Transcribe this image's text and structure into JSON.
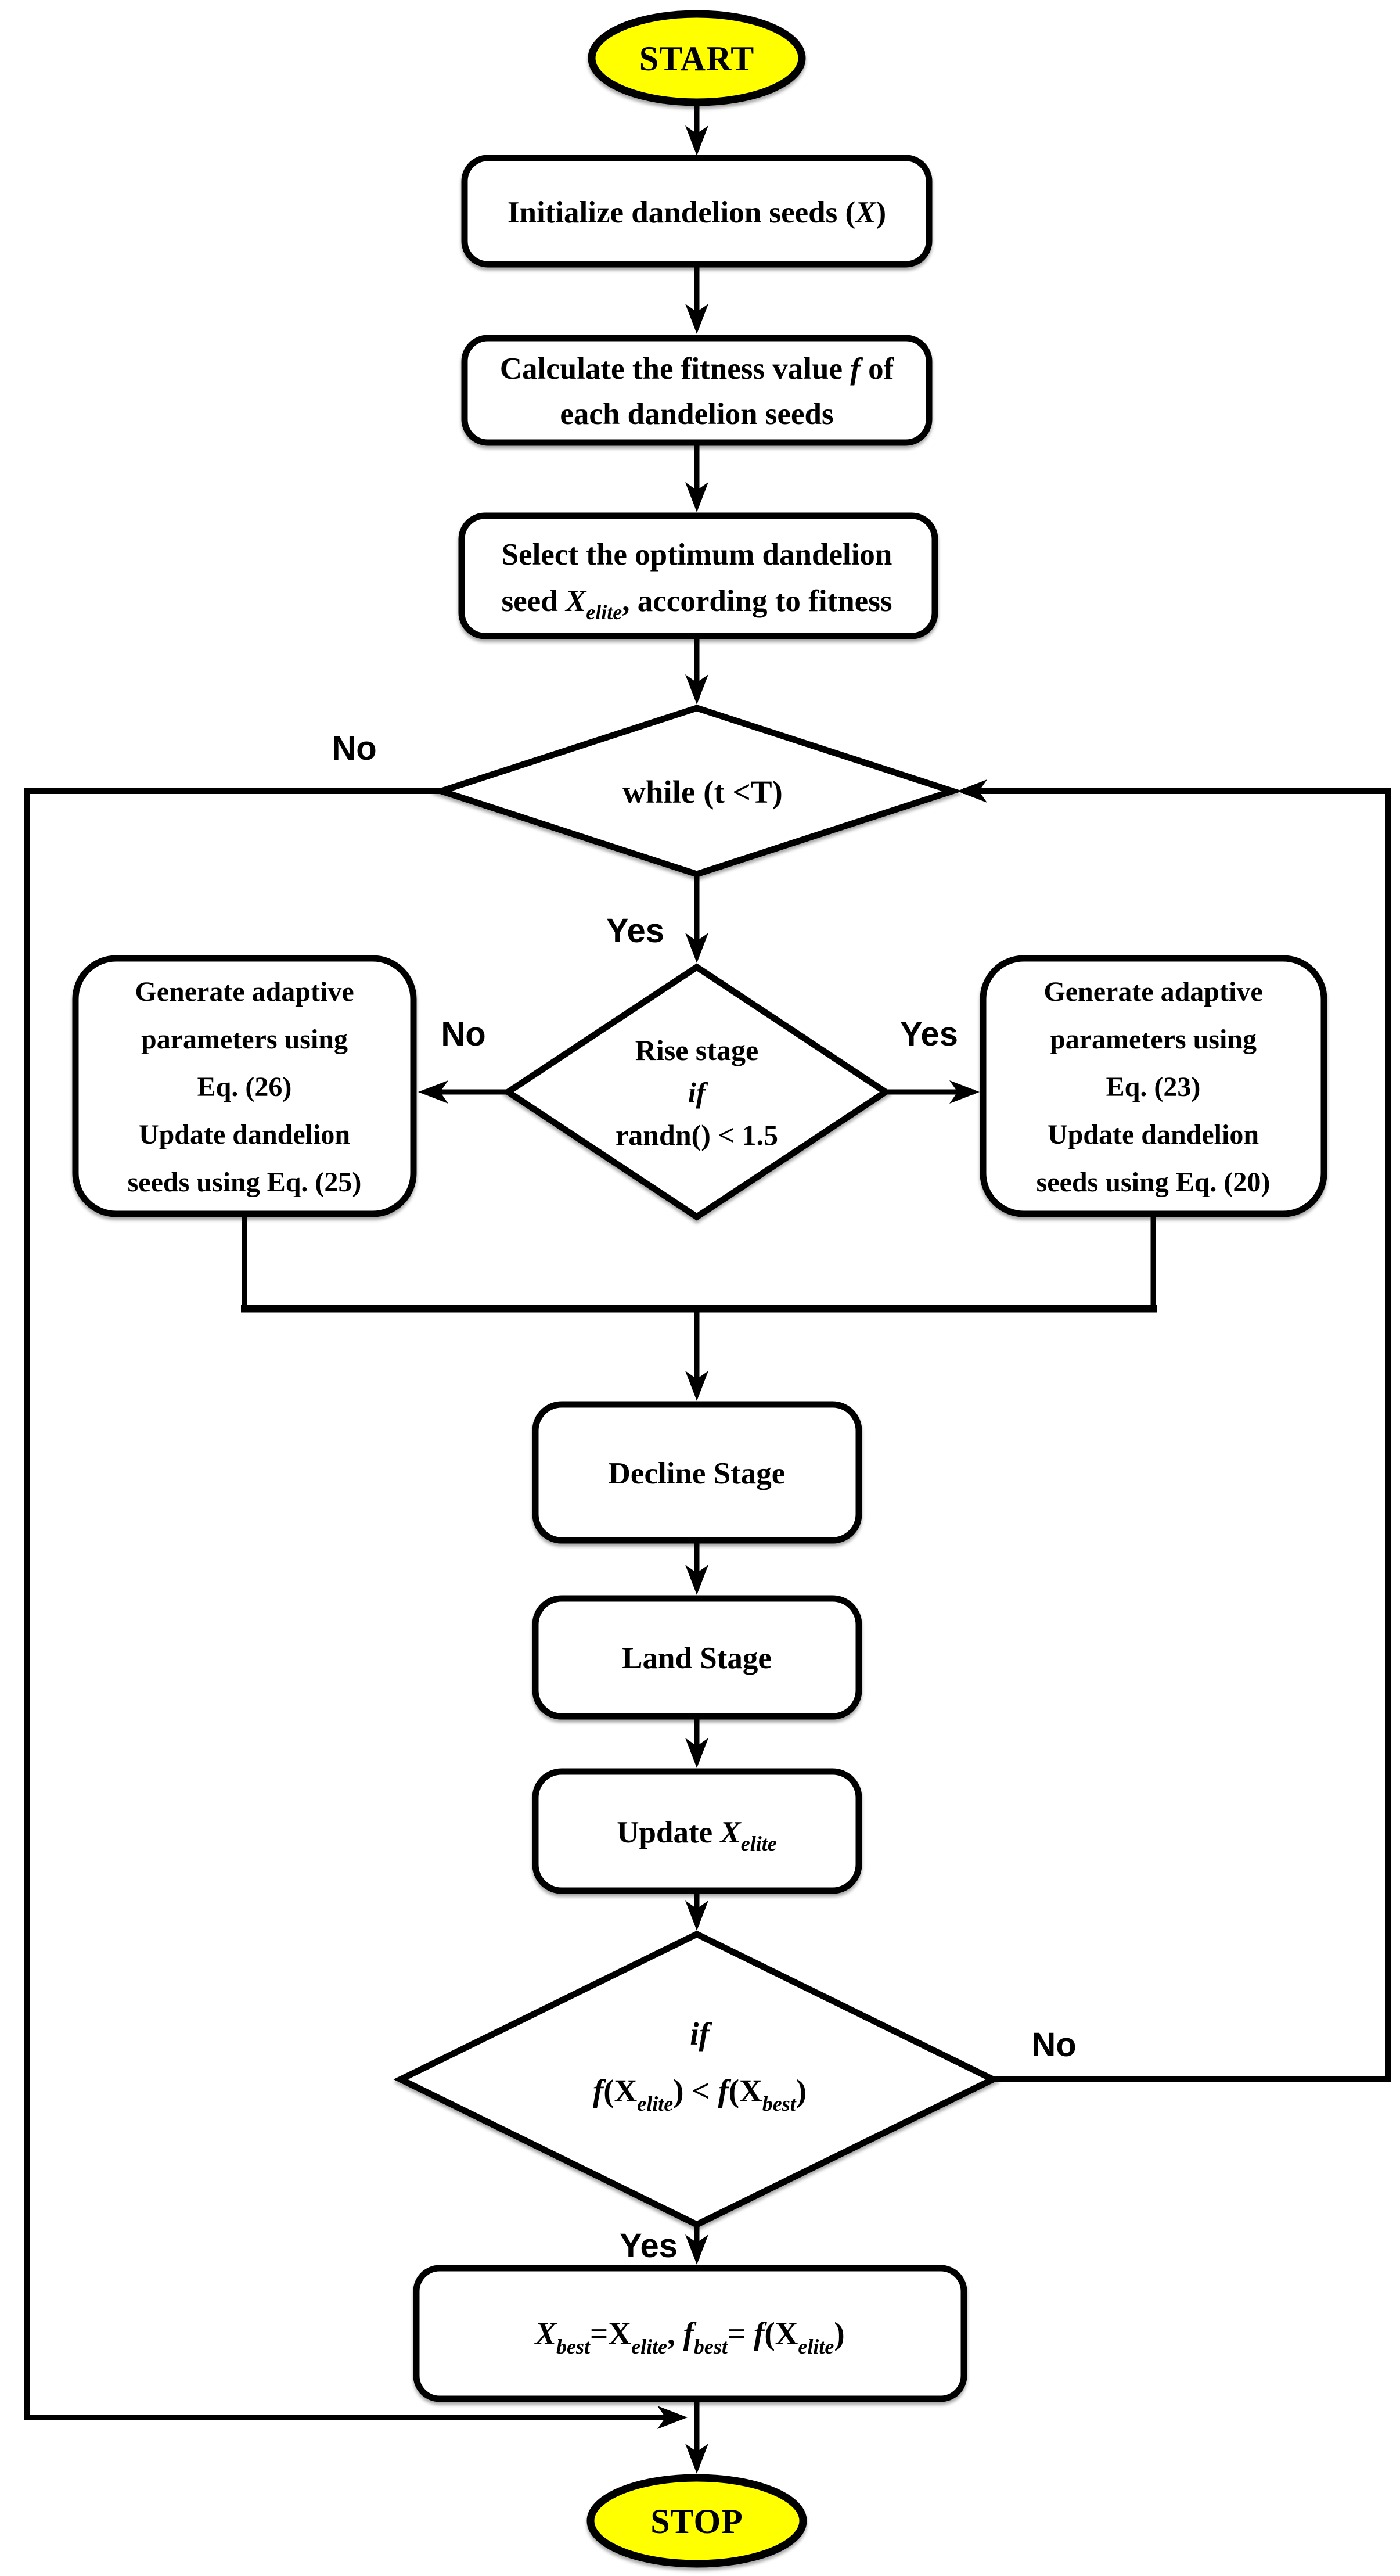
{
  "diagram": {
    "background": "#ffffff",
    "stroke_color": "#000000",
    "terminal_fill": "#ffff00",
    "start_label": "START",
    "stop_label": "STOP",
    "branch_labels": {
      "yes": "Yes",
      "no": "No"
    },
    "nodes": {
      "initialize": {
        "pre": "Initialize dandelion seeds (",
        "var": "X",
        "post": ")"
      },
      "calculate": {
        "line1_pre": "Calculate the fitness value ",
        "line1_var": "f",
        "line1_post": " of",
        "line2": "each dandelion seeds"
      },
      "select": {
        "line1": "Select the optimum dandelion",
        "line2_pre": "seed ",
        "line2_var": "X",
        "line2_sub": "elite",
        "line2_post": ", according to fitness"
      },
      "while_loop": {
        "label": "while (t <T)"
      },
      "rise_decision": {
        "line1": "Rise stage",
        "line2": "if",
        "line3": "randn() < 1.5"
      },
      "no_branch_box": {
        "lines": [
          "Generate adaptive",
          "parameters using",
          "Eq. (26)",
          "Update dandelion",
          "seeds using Eq. (25)"
        ]
      },
      "yes_branch_box": {
        "lines": [
          "Generate adaptive",
          "parameters using",
          "Eq. (23)",
          "Update dandelion",
          "seeds using Eq. (20)"
        ]
      },
      "decline": {
        "label": "Decline Stage"
      },
      "land": {
        "label": "Land Stage"
      },
      "update_elite": {
        "pre": "Update ",
        "var": "X",
        "sub": "elite"
      },
      "fitness_decision": {
        "line1": "if",
        "f1": "f",
        "p1": "(X",
        "s1": "elite",
        "mid": ") <  ",
        "f2": "f",
        "p2": "(X",
        "s2": "best",
        "end": ")"
      },
      "assign_best": {
        "x1": "X",
        "s1": "best",
        "eq1": "=X",
        "s2": "elite",
        "comma": ",  ",
        "f1": "f",
        "s3": "best",
        "eq2pre": "= ",
        "f2": "f",
        "eq2post": "(X",
        "s4": "elite",
        "end": ")"
      }
    }
  }
}
